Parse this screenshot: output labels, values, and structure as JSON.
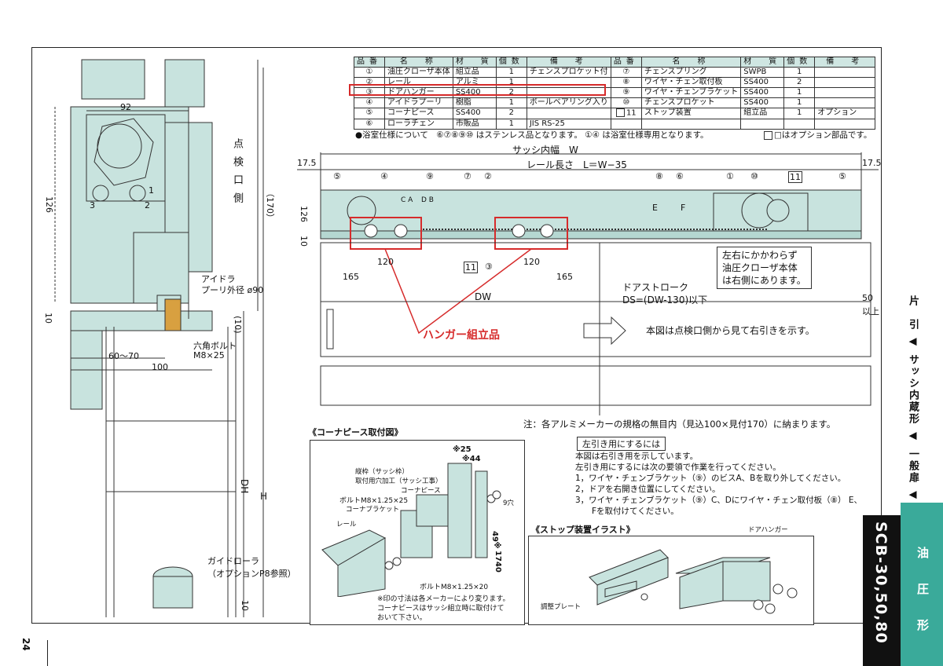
{
  "page_number": "24",
  "parts_table": {
    "headers": [
      "品番",
      "名　称",
      "材　質",
      "個数",
      "備　考",
      "品番",
      "名　称",
      "材　質",
      "個数",
      "備　考"
    ],
    "rows": [
      [
        "①",
        "油圧クローザ本体",
        "組立品",
        "1",
        "チェンスプロケット付",
        "⑦",
        "チェンスプリング",
        "SWPB",
        "1",
        ""
      ],
      [
        "②",
        "レール",
        "アルミ",
        "1",
        "",
        "⑧",
        "ワイヤ・チェン取付板",
        "SS400",
        "2",
        ""
      ],
      [
        "③",
        "ドアハンガー",
        "SS400",
        "2",
        "",
        "⑨",
        "ワイヤ・チェンブラケット",
        "SS400",
        "1",
        ""
      ],
      [
        "④",
        "アイドラプーリ",
        "樹脂",
        "1",
        "ボールベアリング入り",
        "⑩",
        "チェンスプロケット",
        "SS400",
        "1",
        ""
      ],
      [
        "⑤",
        "コーナピース",
        "SS400",
        "2",
        "",
        "11",
        "ストップ装置",
        "組立品",
        "1",
        "オプション"
      ],
      [
        "⑥",
        "ローラチェン",
        "市販品",
        "1",
        "JIS RS-25",
        "",
        "",
        "",
        "",
        ""
      ]
    ]
  },
  "notes": {
    "bath": "●浴室仕様について　⑥⑦⑧⑨⑩ はステンレス品となります。 ①④ は浴室仕様専用となります。",
    "option": "□はオプション部品です。",
    "manufacturer": "注：各アルミメーカーの規格の無目内（見込100×見付170）に納まります。"
  },
  "left_section": {
    "labels": {
      "inspection_side": "点検口側",
      "d92": "92",
      "d126": "126",
      "d170": "（170）",
      "n3": "3",
      "n2": "2",
      "n1": "1",
      "idler": "アイドラ",
      "pulley": "プーリ外径 ø90",
      "d10a": "10",
      "d10b": "(10)",
      "bolt": "六角ボルト",
      "bolt_size": "M8×25",
      "d6070": "60〜70",
      "d100": "100",
      "dh": "DH",
      "h": "H",
      "guide": "ガイドローラ",
      "guide_opt": "（オプションP8参照）",
      "d10c": "10"
    }
  },
  "elevation": {
    "sash_width": "サッシ内幅　W",
    "rail_length": "レール長さ　L＝W−35",
    "d175_left": "17.5",
    "d175_right": "17.5",
    "d126": "126",
    "d10": "10",
    "callouts": [
      "⑤",
      "④",
      "⑨",
      "⑦",
      "②",
      "⑧",
      "⑥",
      "①",
      "⑩",
      "11",
      "⑤"
    ],
    "c_a": "C A",
    "d_b": "D B",
    "e": "E",
    "f": "F",
    "d120a": "120",
    "d120b": "120",
    "d165a": "165",
    "d165b": "165",
    "c11": "11",
    "c3": "③",
    "dw": "DW",
    "stroke1": "ドアストローク",
    "stroke2": "DS=(DW-130)以下",
    "d50": "50",
    "d50b": "以上",
    "closer_note": "左右にかかわらず\n油圧クローザ本体\nは右側にあります。",
    "hanger": "ハンガー組立品",
    "right_pull": "本図は点検口側から見て右引きを示す。"
  },
  "corner_piece": {
    "title": "《コーナピース取付図》",
    "s25": "※25",
    "s44": "※44",
    "frame_label": "縦枠（サッシ枠）",
    "frame_hole": "取付用穴加工（サッシ工事）",
    "corner": "コーナピース",
    "bolt1": "ボルトM8×1.25×25",
    "bracket": "コーナブラケット",
    "rail": "レール",
    "hole9": "9穴",
    "d1740": "※17",
    "d49": "40",
    "d49b": "49",
    "bolt2": "ボルトM8×1.25×20",
    "note1": "※印の寸法は各メーカーにより変ります。",
    "note2": "コーナピースはサッシ組立時に取付けて",
    "note3": "おいて下さい。"
  },
  "left_pull": {
    "title": "左引き用にするには",
    "lines": [
      "本図は右引き用を示しています。",
      "左引き用にするには次の要領で作業を行ってください。",
      "1，ワイヤ・チェンブラケット（⑨）のビスA、Bを取り外してください。",
      "2，ドアを右開き位置にしてください。",
      "3，ワイヤ・チェンブラケット（⑨）C、Dにワイヤ・チェン取付板（⑧） E、",
      "　　Fを取付けてください。"
    ]
  },
  "stop_device": {
    "title": "《ストップ装置イラスト》",
    "hanger": "ドアハンガー",
    "plate": "調整プレート"
  },
  "sidebar": {
    "category": "片　引 ◀ サッシ内蔵形 ◀ 一般扉 ◀",
    "model": "SCB-30,50,80",
    "type": "油　圧　形"
  },
  "colors": {
    "part_fill": "#c8e3de",
    "accent_red": "#d62b2b",
    "teal": "#3aaa9a"
  }
}
